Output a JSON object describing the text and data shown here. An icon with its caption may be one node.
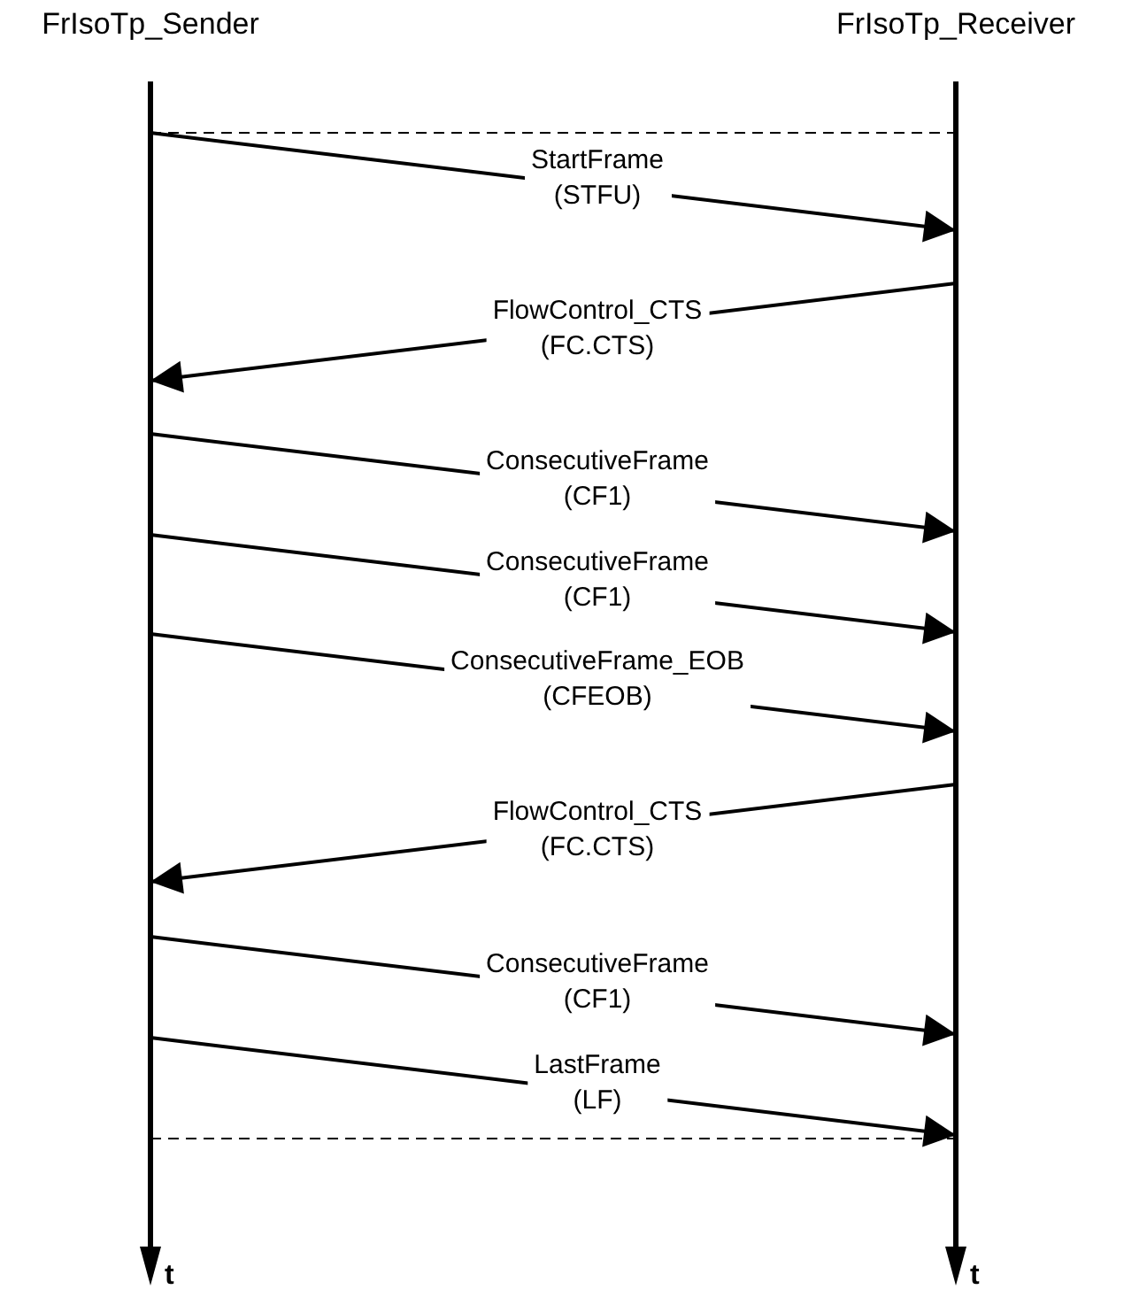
{
  "diagram": {
    "nodes": [
      {
        "text": [
          "FrIsoTp_Sender"
        ]
      },
      {
        "text": [
          "FrIsoTp_Receiver"
        ]
      }
    ],
    "edges": [
      {
        "from": 0,
        "to": 1,
        "arrow": "none",
        "style": "dashed"
      },
      {
        "from": 0,
        "to": 1,
        "arrow": "to",
        "label": "StartFrame (STFU)"
      },
      {
        "from": 1,
        "to": 0,
        "arrow": "to",
        "label": "FlowControl_CTS (FC.CTS)"
      },
      {
        "from": 0,
        "to": 1,
        "arrow": "to",
        "label": "ConsecutiveFrame (CF1)"
      },
      {
        "from": 0,
        "to": 1,
        "arrow": "to",
        "label": "ConsecutiveFrame (CF1)"
      },
      {
        "from": 0,
        "to": 1,
        "arrow": "to",
        "label": "ConsecutiveFrame_EOB (CFEOB)"
      },
      {
        "from": 1,
        "to": 0,
        "arrow": "to",
        "label": "FlowControl_CTS (FC.CTS)"
      },
      {
        "from": 0,
        "to": 1,
        "arrow": "to",
        "label": "ConsecutiveFrame (CF1)"
      },
      {
        "from": 0,
        "to": 1,
        "arrow": "to",
        "label": "LastFrame (LF)"
      },
      {
        "from": 0,
        "to": 1,
        "arrow": "none",
        "style": "dashed"
      }
    ],
    "labels": [
      "t",
      "t"
    ]
  }
}
